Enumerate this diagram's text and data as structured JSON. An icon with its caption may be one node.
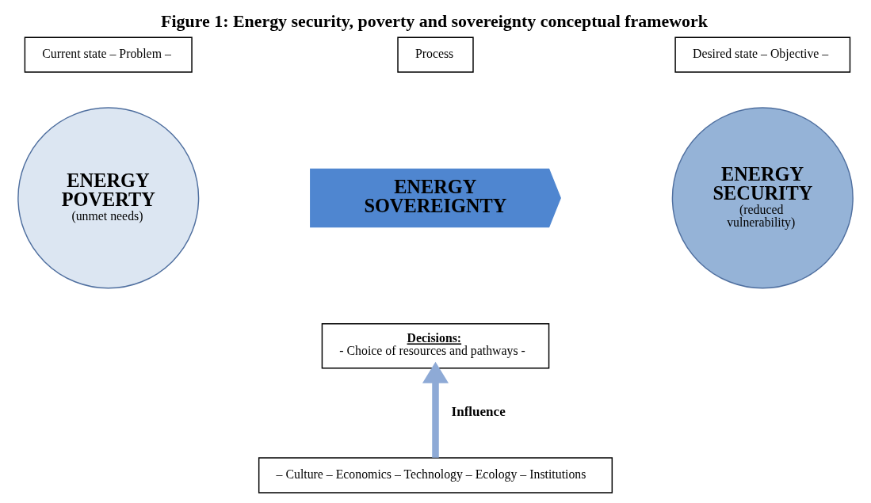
{
  "diagram": {
    "title": "Figure 1: Energy security, poverty and sovereignty conceptual framework",
    "nodes": [
      {
        "text": [
          "Current state – Problem –"
        ]
      },
      {
        "text": [
          "Desired state – Objective –"
        ]
      },
      {
        "text": [
          "ENERGY POVERTY",
          "(unmet needs)"
        ]
      },
      {
        "text": [
          "Process"
        ]
      },
      {
        "text": [
          "ENERGY SOVEREIGNTY"
        ]
      },
      {
        "text": [
          "ENERGY SECURITY",
          "(reduced vulnerability)"
        ]
      },
      {
        "text": [
          "Decisions:",
          "- Choice of resources and pathways -"
        ]
      },
      {
        "text": [
          "– Culture – Economics – Technology – Ecology – Institutions"
        ]
      }
    ],
    "edges": [
      {
        "from": 7,
        "to": 6,
        "arrow": "to",
        "label": "Influence"
      }
    ]
  }
}
